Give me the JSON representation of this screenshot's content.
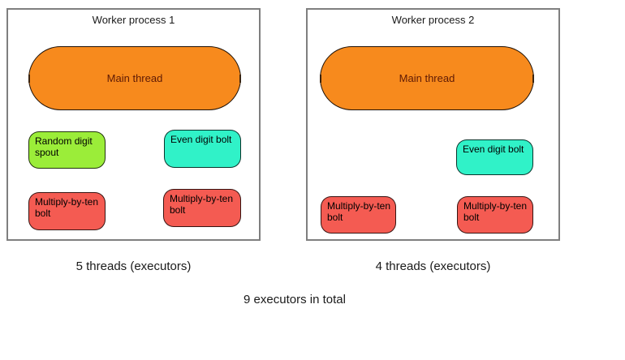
{
  "diagram": {
    "colors": {
      "panel_border": "#7f7f7f",
      "main_thread_fill": "#f78a1d",
      "main_thread_text": "#5e1a05",
      "spout_fill": "#9bed39",
      "even_bolt_fill": "#30f2c8",
      "multiply_bolt_fill": "#f45b52",
      "caption_text": "#1a1a1a"
    },
    "panels": [
      {
        "title": "Worker process 1",
        "main_thread_label": "Main thread",
        "executors": [
          {
            "label": "Random digit spout",
            "type": "spout"
          },
          {
            "label": "Even digit bolt",
            "type": "even-bolt"
          },
          {
            "label": "Multiply-by-ten bolt",
            "type": "multiply-bolt"
          },
          {
            "label": "Multiply-by-ten bolt",
            "type": "multiply-bolt"
          }
        ],
        "caption": "5 threads (executors)"
      },
      {
        "title": "Worker process 2",
        "main_thread_label": "Main thread",
        "executors": [
          {
            "label": "Even digit bolt",
            "type": "even-bolt"
          },
          {
            "label": "Multiply-by-ten bolt",
            "type": "multiply-bolt"
          },
          {
            "label": "Multiply-by-ten bolt",
            "type": "multiply-bolt"
          }
        ],
        "caption": "4 threads (executors)"
      }
    ],
    "total_caption": "9 executors in total"
  }
}
